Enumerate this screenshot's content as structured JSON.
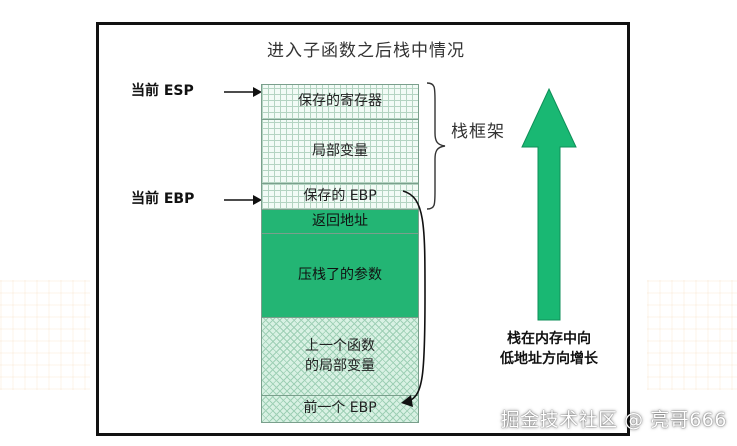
{
  "diagram": {
    "title": "进入子函数之后栈中情况",
    "pointers": {
      "esp_label": "当前 ESP",
      "ebp_label": "当前 EBP"
    },
    "stack_cells": [
      {
        "text": "保存的寄存器",
        "style": "grid"
      },
      {
        "text": "局部变量",
        "style": "grid"
      },
      {
        "text": "保存的 EBP",
        "style": "grid"
      },
      {
        "text": "返回地址",
        "style": "solid"
      },
      {
        "text": "压栈了的参数",
        "style": "solid"
      },
      {
        "text": "上一个函数\n的局部变量",
        "style": "hatch"
      },
      {
        "text": "前一个 EBP",
        "style": "hatch"
      }
    ],
    "frame_label": "栈框架",
    "growth_label_line1": "栈在内存中向",
    "growth_label_line2": "低地址方向增长"
  },
  "watermark": "掘金技术社区 @ 亮哥666",
  "colors": {
    "stack_solid": "#23b574",
    "growth_arrow": "#19b873",
    "grid_line": "#b4d4c2"
  }
}
